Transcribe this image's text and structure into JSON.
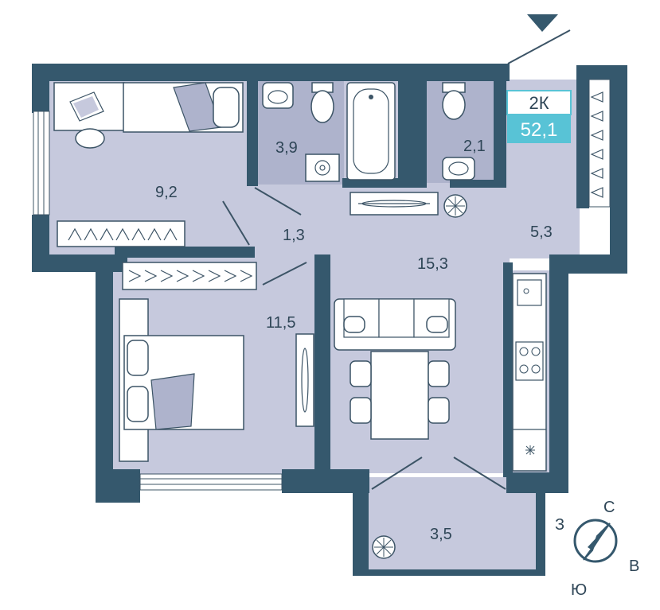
{
  "badge": {
    "rooms": "2К",
    "area": "52,1",
    "accent_color": "#58c3d6"
  },
  "rooms": [
    {
      "id": "bedroom-1",
      "area": "9,2"
    },
    {
      "id": "bathroom",
      "area": "3,9"
    },
    {
      "id": "toilet",
      "area": "2,1"
    },
    {
      "id": "corridor",
      "area": "1,3"
    },
    {
      "id": "hallway",
      "area": "5,3"
    },
    {
      "id": "kitchen-living",
      "area": "15,3"
    },
    {
      "id": "bedroom-2",
      "area": "11,5"
    },
    {
      "id": "balcony",
      "area": "3,5"
    }
  ],
  "compass": {
    "north": "С",
    "west": "З",
    "east": "В",
    "south": "Ю"
  },
  "colors": {
    "wall": "#35586d",
    "floor": "#c6c9dd",
    "tile": "#aeb3cc",
    "accent": "#58c3d6"
  },
  "icons": [
    "entrance-arrow-icon",
    "compass-icon",
    "laptop-icon",
    "bathtub-icon",
    "toilet-icon",
    "sink-icon",
    "washing-machine-icon",
    "cooktop-icon",
    "plant-icon",
    "hanger-icon"
  ]
}
